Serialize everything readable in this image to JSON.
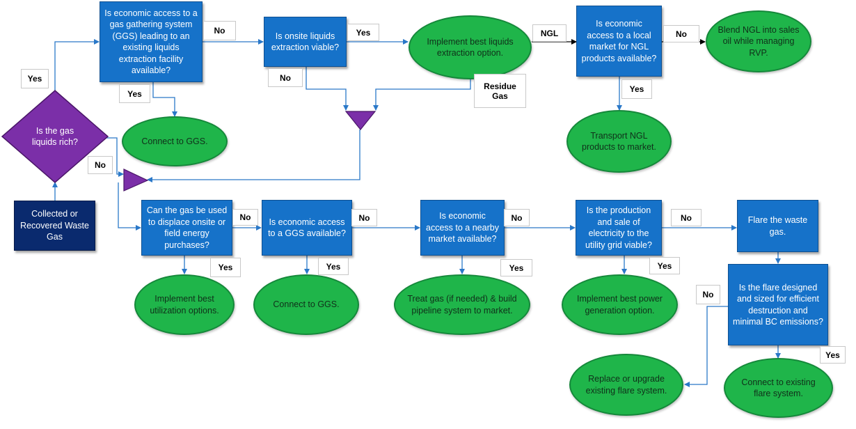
{
  "colors": {
    "box": "#1672c9",
    "box_dark": "#0a2a6e",
    "oval": "#1fb54a",
    "diamond": "#7b2fa8",
    "connector": "#2a78c8"
  },
  "nodes": {
    "start": "Collected or Recovered Waste Gas",
    "liquids_rich": "Is the gas liquids rich?",
    "ggs_extraction": "Is economic access to a gas gathering system (GGS)  leading to an existing liquids extraction facility available?",
    "onsite_extraction": "Is onsite liquids extraction viable?",
    "best_extraction": "Implement best liquids extraction option.",
    "ngl_market": "Is economic access to a local market for NGL products available?",
    "blend_ngl": "Blend NGL into sales oil while managing RVP.",
    "transport_ngl": "Transport NGL products to market.",
    "connect_ggs_top": "Connect to GGS.",
    "displace_energy": "Can the gas be used to displace onsite or field energy purchases?",
    "ggs_access": "Is economic access to a GGS available?",
    "nearby_market": "Is economic access to a nearby market available?",
    "electricity": "Is the production and sale of electricity to the utility grid viable?",
    "flare_gas": "Flare the waste gas.",
    "flare_designed": "Is the flare designed and sized for  efficient destruction and minimal BC emissions?",
    "best_utilization": "Implement best utilization options.",
    "connect_ggs_bottom": "Connect to GGS.",
    "treat_gas": "Treat gas (if needed) & build pipeline system to market.",
    "power_generation": "Implement best power generation option.",
    "replace_flare": "Replace or upgrade existing flare system.",
    "connect_flare": "Connect to existing flare system."
  },
  "labels": {
    "liquids_rich_yes": "Yes",
    "liquids_rich_no": "No",
    "ggs_extraction_no": "No",
    "ggs_extraction_yes": "Yes",
    "onsite_yes": "Yes",
    "onsite_no": "No",
    "ngl": "NGL",
    "residue_gas": "Residue Gas",
    "ngl_market_no": "No",
    "ngl_market_yes": "Yes",
    "displace_no": "No",
    "displace_yes": "Yes",
    "ggs_access_no": "No",
    "ggs_access_yes": "Yes",
    "nearby_no": "No",
    "nearby_yes": "Yes",
    "electricity_no": "No",
    "electricity_yes": "Yes",
    "flare_no": "No",
    "flare_yes": "Yes"
  }
}
